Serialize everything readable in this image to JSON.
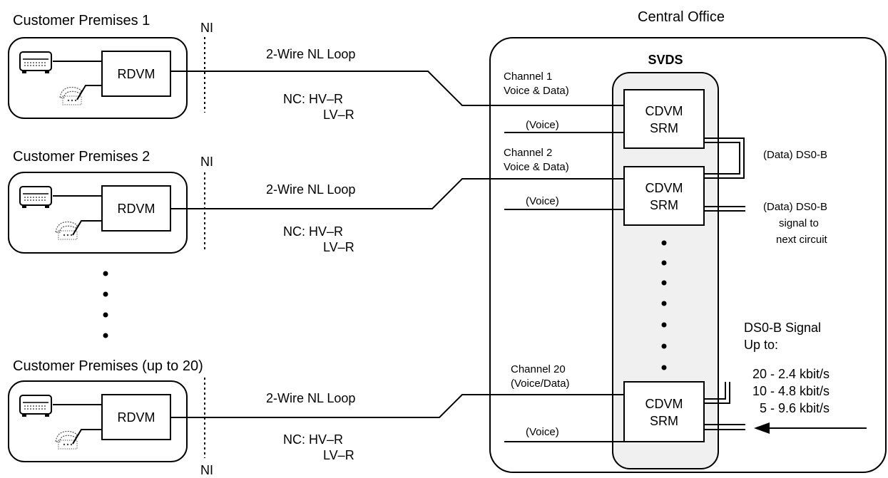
{
  "premises": [
    {
      "title": "Customer Premises 1",
      "rdvm": "RDVM",
      "ni": "NI",
      "loop": "2-Wire NL Loop",
      "nc1": "NC: HV–R",
      "nc2": "LV–R"
    },
    {
      "title": "Customer Premises 2",
      "rdvm": "RDVM",
      "ni": "NI",
      "loop": "2-Wire NL Loop",
      "nc1": "NC: HV–R",
      "nc2": "LV–R"
    },
    {
      "title": "Customer Premises (up to 20)",
      "rdvm": "RDVM",
      "ni": "NI",
      "loop": "2-Wire NL Loop",
      "nc1": "NC: HV–R",
      "nc2": "LV–R"
    }
  ],
  "central_office": {
    "title": "Central Office",
    "svds": "SVDS",
    "channels": [
      {
        "line1": "Channel 1",
        "line2": "Voice & Data)",
        "voice": "(Voice)",
        "mod1": "CDVM",
        "mod2": "SRM"
      },
      {
        "line1": "Channel 2",
        "line2": "Voice & Data)",
        "voice": "(Voice)",
        "mod1": "CDVM",
        "mod2": "SRM"
      },
      {
        "line1": "Channel 20",
        "line2": "(Voice/Data)",
        "voice": "(Voice)",
        "mod1": "CDVM",
        "mod2": "SRM"
      }
    ],
    "data_ds0b_1": "(Data) DS0-B",
    "data_ds0b_2": "(Data) DS0-B",
    "next_circuit_1": "signal  to",
    "next_circuit_2": "next circuit",
    "signal_title_1": "DS0-B Signal",
    "signal_title_2": "Up to:",
    "rates": [
      "20 - 2.4 kbit/s",
      "10 - 4.8 kbit/s",
      "5 - 9.6 kbit/s"
    ]
  },
  "icons": {
    "device": "data-terminal-icon",
    "phone": "telephone-icon",
    "arrow": "arrow-left-icon"
  }
}
